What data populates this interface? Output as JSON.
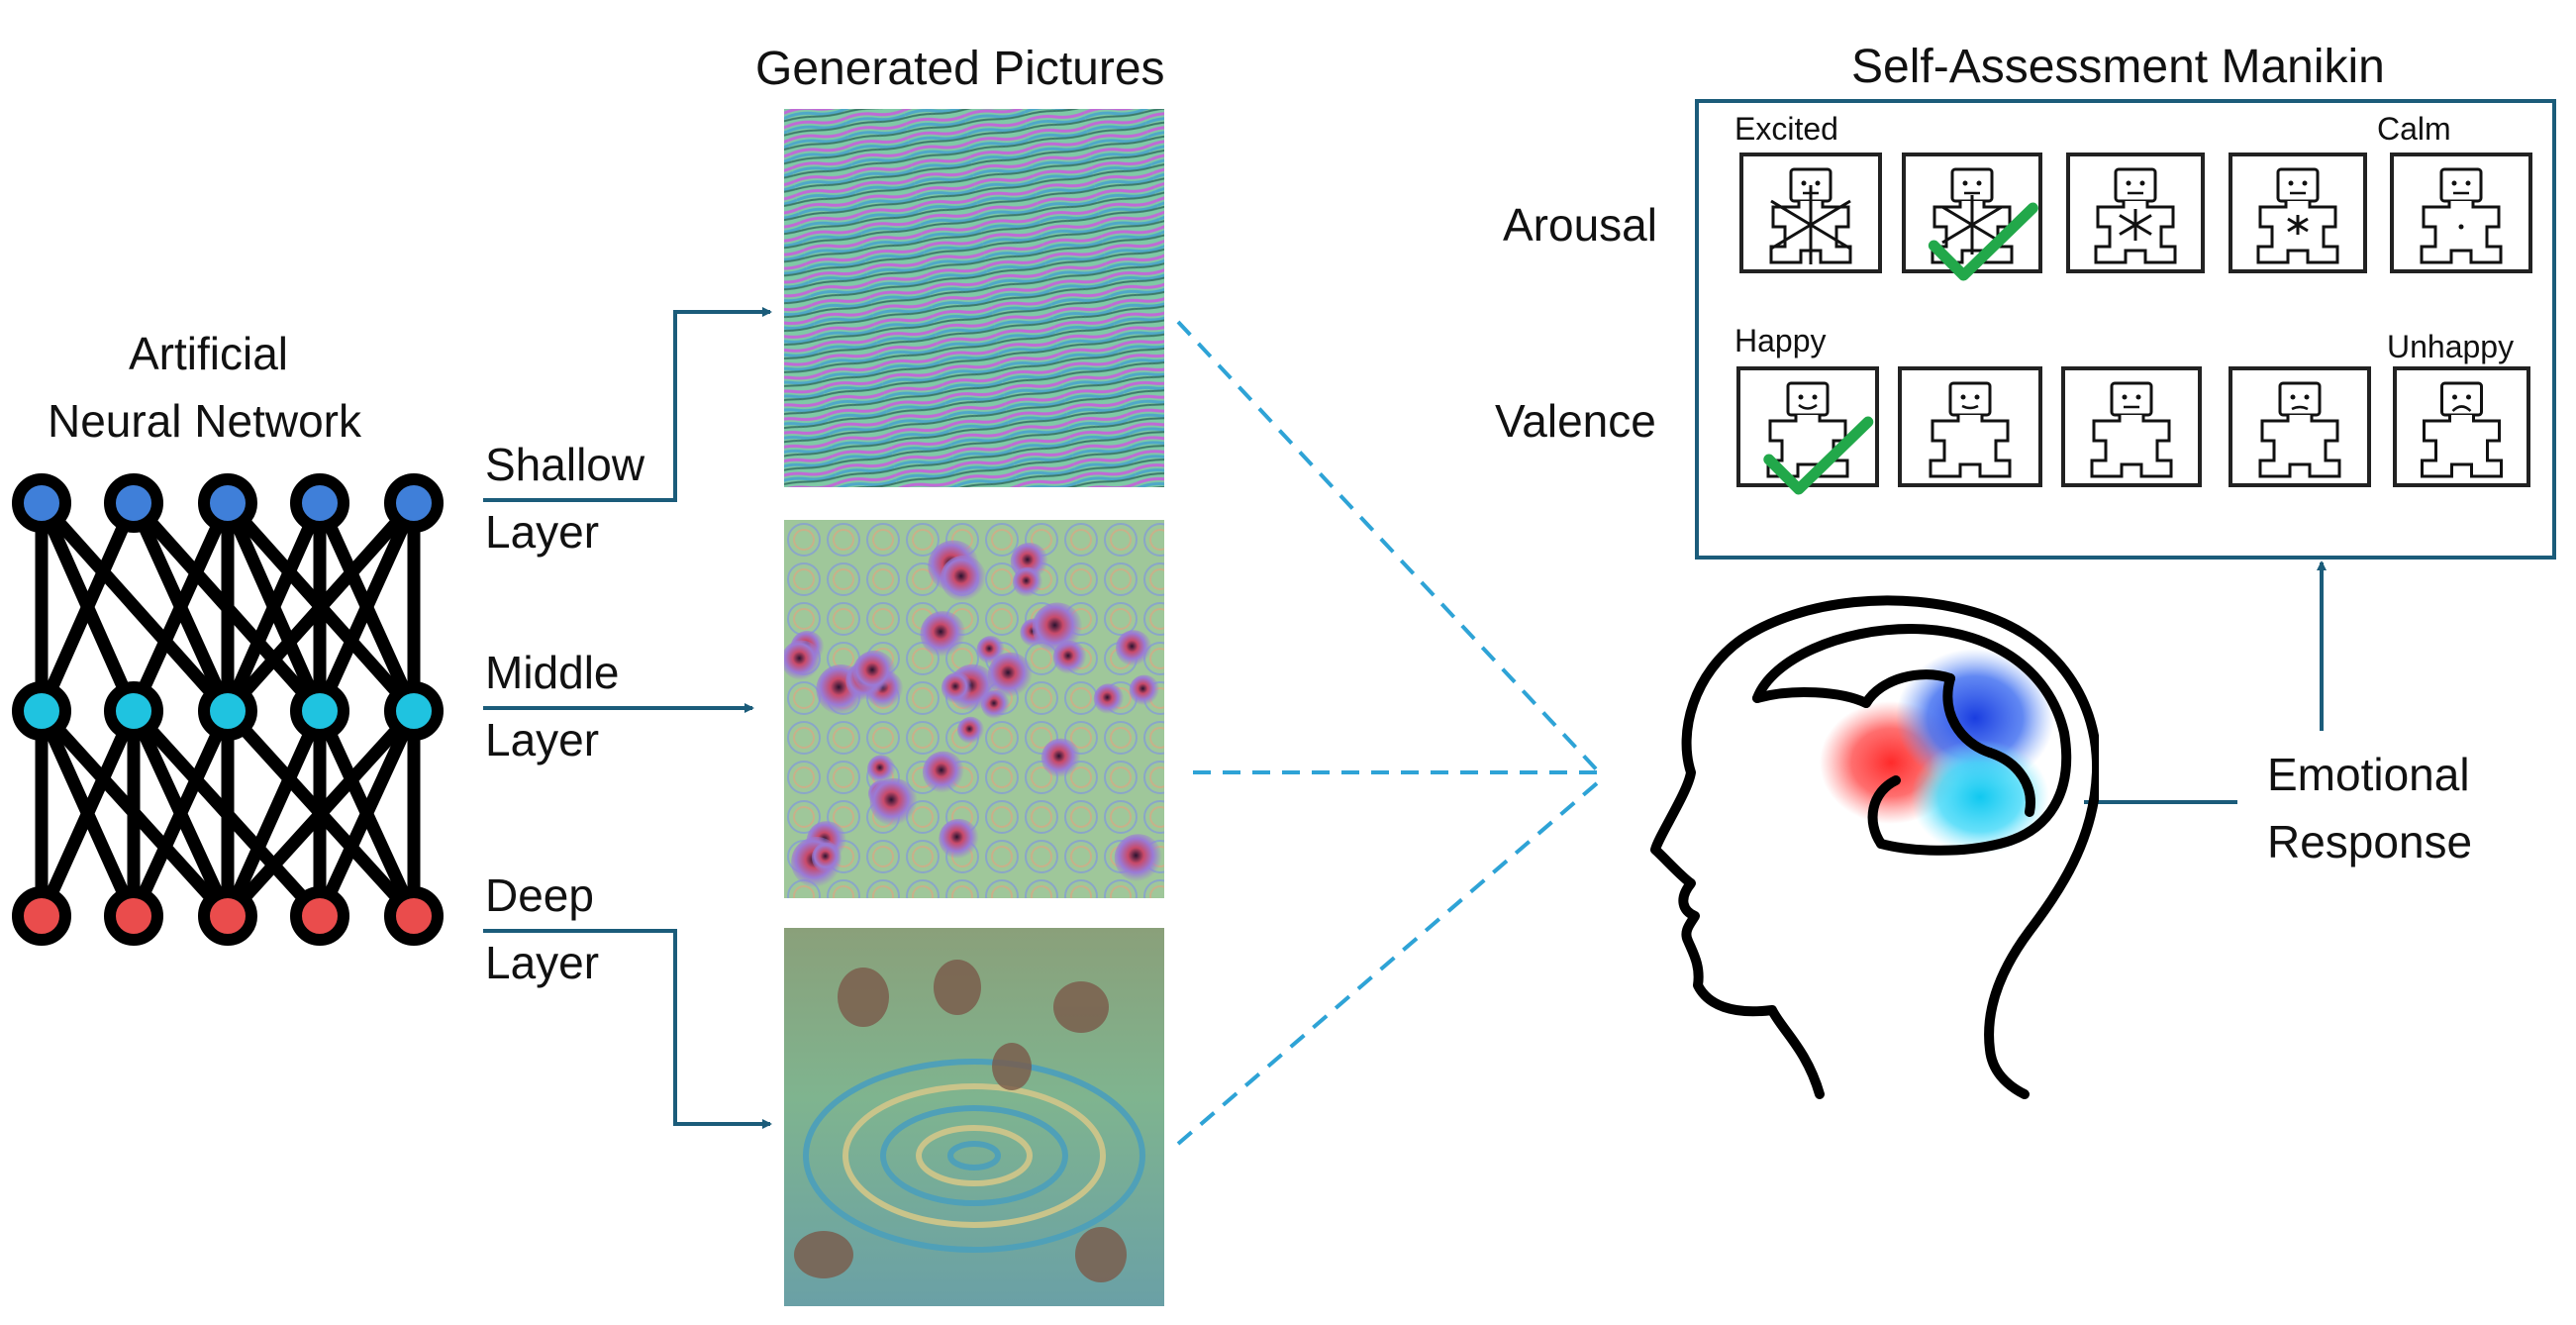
{
  "network": {
    "title_line1": "Artificial",
    "title_line2": "Neural Network",
    "colors": {
      "top": "#3f7fd9",
      "middle": "#1fc3e0",
      "bottom": "#ea4c4c",
      "edge": "#000000"
    }
  },
  "layers": [
    {
      "line1": "Shallow",
      "line2": "Layer"
    },
    {
      "line1": "Middle",
      "line2": "Layer"
    },
    {
      "line1": "Deep",
      "line2": "Layer"
    }
  ],
  "pictures": {
    "title": "Generated Pictures"
  },
  "sam": {
    "title": "Self-Assessment Manikin",
    "arousal": {
      "label": "Arousal",
      "left_anchor": "Excited",
      "right_anchor": "Calm",
      "selected_index": 1
    },
    "valence": {
      "label": "Valence",
      "left_anchor": "Happy",
      "right_anchor": "Unhappy",
      "selected_index": 0
    },
    "check_color": "#22a84a",
    "frame_color": "#1b5c7a"
  },
  "response": {
    "line1": "Emotional",
    "line2": "Response"
  },
  "colors": {
    "arrow": "#1b5c7a",
    "dashed": "#2ea3d6"
  }
}
